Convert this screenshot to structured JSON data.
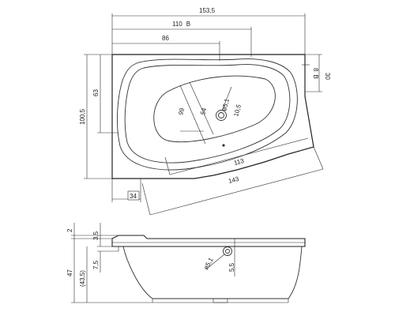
{
  "drawing": {
    "plan_view": {
      "dims": {
        "overall_length": "153,5",
        "length_110": "110",
        "length_110_suffix": "B",
        "length_86": "86",
        "height_100_5": "100,5",
        "height_63": "63",
        "height_30": "30",
        "height_8": "8",
        "height_8_suffix": "B",
        "diag_113": "113",
        "diag_143": "143",
        "inner_99": "99",
        "inner_54": "54",
        "drain_diameter": "ø5,1",
        "drain_offset": "10,5",
        "corner_34": "34"
      }
    },
    "side_view": {
      "dims": {
        "rim_2": "2",
        "rim_3_5": "3,5",
        "depth_47": "47",
        "depth_43_5": "(43,5)",
        "overflow_7_5": "7,5",
        "overflow_diameter": "ø5,1",
        "overflow_5_5": "5,5"
      }
    }
  }
}
